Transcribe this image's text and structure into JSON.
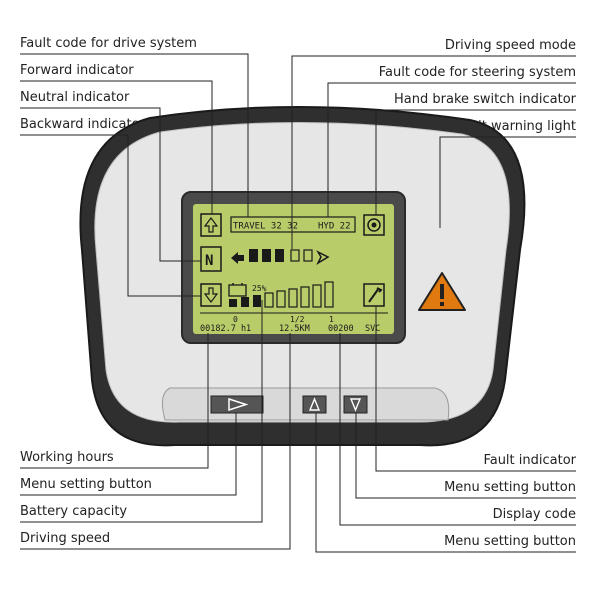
{
  "labels": {
    "left": [
      "Fault code for drive system",
      "Forward indicator",
      "Neutral indicator",
      "Backward indicator"
    ],
    "right": [
      "Driving speed mode",
      "Fault code for steering system",
      "Hand brake switch indicator",
      "Fault warning light"
    ],
    "bottom_left": [
      "Working hours",
      "Menu setting button",
      "Battery capacity",
      "Driving speed"
    ],
    "bottom_right": [
      "Fault indicator",
      "Menu setting button",
      "Display code",
      "Menu setting button"
    ]
  },
  "display": {
    "travel": "TRAVEL 32 32",
    "hyd": "HYD 22",
    "neutral": "N",
    "battery_pct": "25%",
    "scale_0": "0",
    "scale_half": "1/2",
    "scale_1": "1",
    "hours": "00182.7 h1",
    "speed": "12.5KM",
    "code": "00200",
    "svc": "SVC"
  },
  "colors": {
    "lcd": "#b8cc6a",
    "bezel": "#3a3a3a",
    "body": "#e8e8e8",
    "warning": "#e07a10"
  }
}
